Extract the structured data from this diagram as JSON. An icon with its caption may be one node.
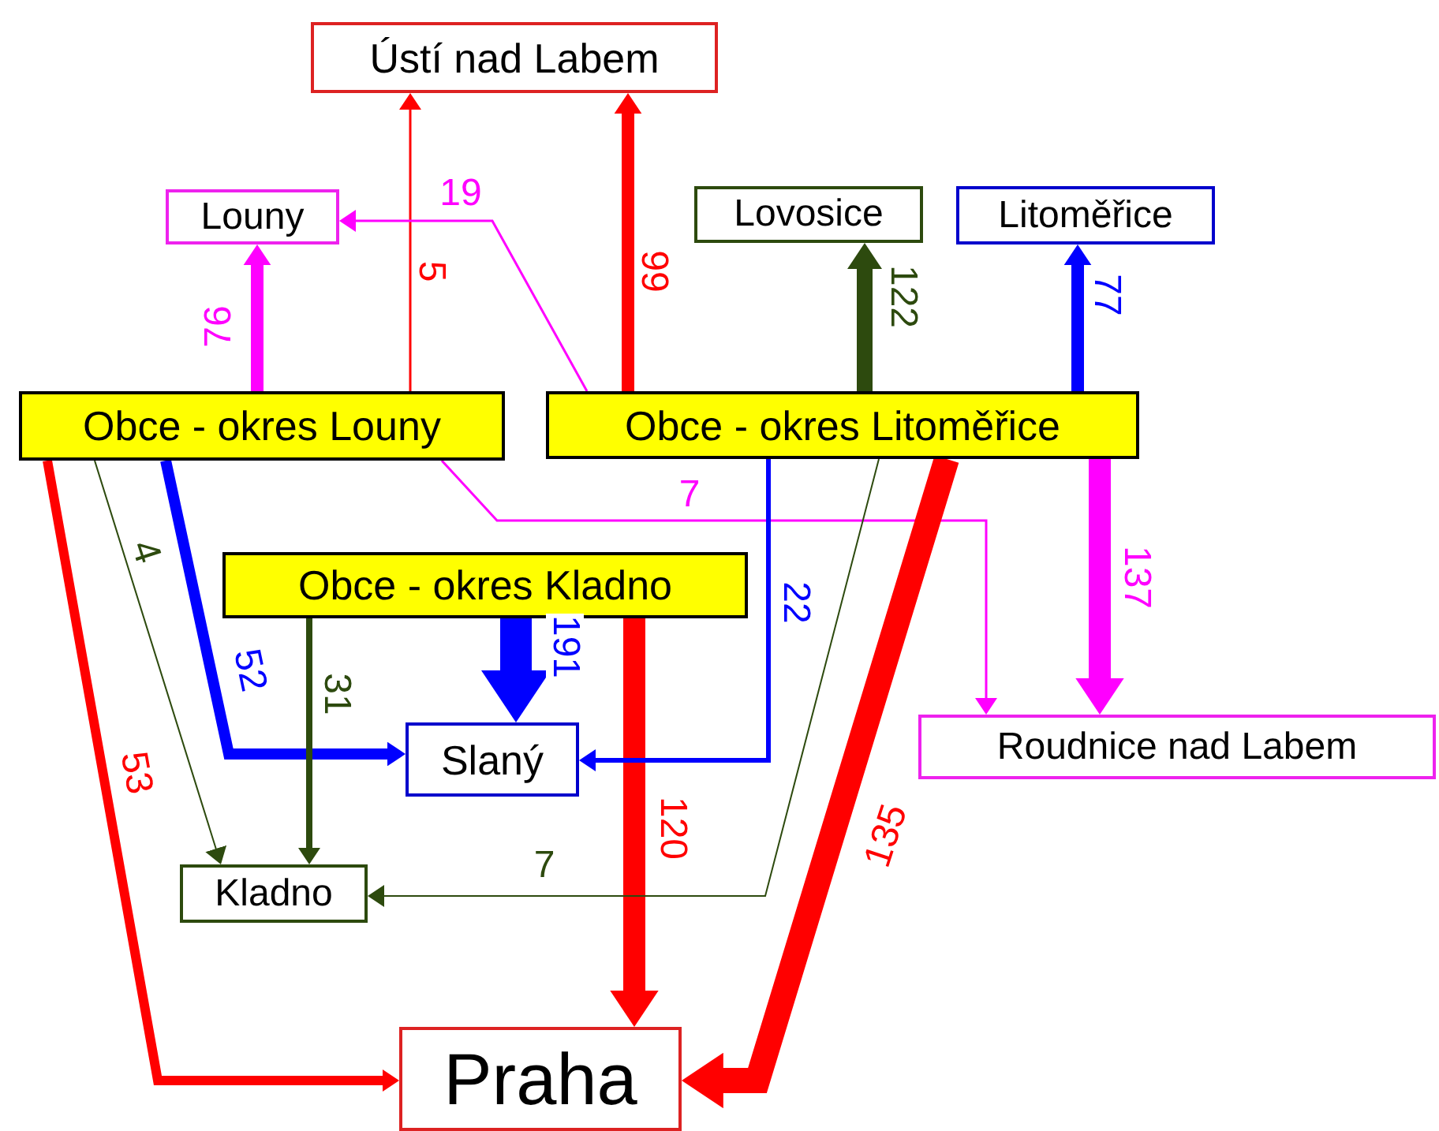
{
  "diagram": {
    "nodes": [
      {
        "text": [
          "Ústí nad Labem"
        ]
      },
      {
        "text": [
          "Louny"
        ]
      },
      {
        "text": [
          "Lovosice"
        ]
      },
      {
        "text": [
          "Litoměřice"
        ]
      },
      {
        "text": [
          "Obce - okres Louny"
        ]
      },
      {
        "text": [
          "Obce - okres Litoměřice"
        ]
      },
      {
        "text": [
          "Obce - okres Kladno"
        ]
      },
      {
        "text": [
          "Slaný"
        ]
      },
      {
        "text": [
          "Roudnice nad Labem"
        ]
      },
      {
        "text": [
          "Kladno"
        ]
      },
      {
        "text": [
          "Praha"
        ]
      }
    ],
    "edges": [
      {
        "from": 4,
        "to": 0,
        "arrow": "to",
        "label": "5",
        "color": "#ff0000"
      },
      {
        "from": 5,
        "to": 0,
        "arrow": "to",
        "label": "99",
        "color": "#ff0000"
      },
      {
        "from": 5,
        "to": 1,
        "arrow": "to",
        "label": "19",
        "color": "#ff00ff"
      },
      {
        "from": 4,
        "to": 1,
        "arrow": "to",
        "label": "76",
        "color": "#ff00ff"
      },
      {
        "from": 5,
        "to": 2,
        "arrow": "to",
        "label": "122",
        "color": "#2d4a0e"
      },
      {
        "from": 5,
        "to": 3,
        "arrow": "to",
        "label": "77",
        "color": "#0000ff"
      },
      {
        "from": 4,
        "to": 8,
        "arrow": "to",
        "label": "7",
        "color": "#ff00ff"
      },
      {
        "from": 5,
        "to": 8,
        "arrow": "to",
        "label": "137",
        "style": "thick",
        "color": "#ff00ff"
      },
      {
        "from": 4,
        "to": 7,
        "arrow": "to",
        "label": "52",
        "color": "#0000ff"
      },
      {
        "from": 4,
        "to": 9,
        "arrow": "to",
        "label": "4",
        "color": "#2d4a0e"
      },
      {
        "from": 4,
        "to": 10,
        "arrow": "to",
        "label": "53",
        "color": "#ff0000"
      },
      {
        "from": 6,
        "to": 9,
        "arrow": "to",
        "label": "31",
        "color": "#2d4a0e"
      },
      {
        "from": 6,
        "to": 7,
        "arrow": "to",
        "label": "191",
        "style": "thick",
        "color": "#0000ff"
      },
      {
        "from": 6,
        "to": 10,
        "arrow": "to",
        "label": "120",
        "style": "thick",
        "color": "#ff0000"
      },
      {
        "from": 5,
        "to": 7,
        "arrow": "to",
        "label": "22",
        "color": "#0000ff"
      },
      {
        "from": 5,
        "to": 9,
        "arrow": "to",
        "label": "7",
        "color": "#2d4a0e"
      },
      {
        "from": 5,
        "to": 10,
        "arrow": "to",
        "label": "135",
        "style": "thick",
        "color": "#ff0000"
      }
    ]
  }
}
